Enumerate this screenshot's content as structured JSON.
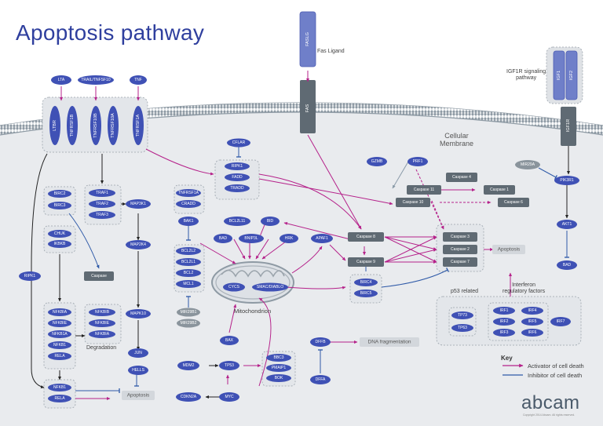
{
  "title": "Apoptosis pathway",
  "labels": {
    "fas_ligand": "Fas Ligand",
    "igf1r_signaling": "IGF1R signaling\npathway",
    "cellular_membrane": "Cellular\nMembrane",
    "mitochondrion": "Mitochondrion",
    "degradation": "Degradation",
    "p53_related": "p53 related",
    "interferon": "Interferon\nregulatory factors",
    "key": "Key",
    "activator": "Activator of cell death",
    "inhibitor": "Inhibitor of cell death",
    "brand": "abcam",
    "copyright": "Copyright 2014 Abcam. All rights reserved."
  },
  "colors": {
    "activator": "#b5218a",
    "inhibitor": "#2f5aa8",
    "protein": "#3f51b5",
    "gene": "#5f6a73",
    "complex_bg": "#e7e9ec"
  },
  "nodes": [
    {
      "id": "LTA",
      "label": "LTA",
      "shape": "oval",
      "cls": "prot"
    },
    {
      "id": "TRAIL",
      "label": "TRAIL/TNFSF10",
      "shape": "oval",
      "cls": "prot"
    },
    {
      "id": "TNF",
      "label": "TNF",
      "shape": "oval",
      "cls": "prot"
    },
    {
      "id": "FASLG",
      "label": "FASLG",
      "shape": "vrect",
      "cls": "vprot"
    },
    {
      "id": "IGF1",
      "label": "IGF1",
      "shape": "vrect",
      "cls": "vprot"
    },
    {
      "id": "IGF2",
      "label": "IGF2",
      "shape": "vrect",
      "cls": "vprot"
    },
    {
      "id": "LTBR",
      "label": "LTBR",
      "shape": "voval",
      "cls": "prot"
    },
    {
      "id": "TNFRSF1B",
      "label": "TNFRSF1B",
      "shape": "voval",
      "cls": "prot"
    },
    {
      "id": "TNFRSF10B",
      "label": "TNFRSF10B",
      "shape": "voval",
      "cls": "prot"
    },
    {
      "id": "TNFRSF10A",
      "label": "TNFRSF10A",
      "shape": "voval",
      "cls": "prot"
    },
    {
      "id": "TNFRSF1A",
      "label": "TNFRSF1A",
      "shape": "voval",
      "cls": "prot"
    },
    {
      "id": "FAS",
      "label": "FAS",
      "shape": "vrect",
      "cls": "gene"
    },
    {
      "id": "IGF1R",
      "label": "IGF1R",
      "shape": "vrect",
      "cls": "gene"
    },
    {
      "id": "CFLAR",
      "label": "CFLAR",
      "shape": "oval",
      "cls": "prot"
    },
    {
      "id": "RIPK1a",
      "label": "RIPK1",
      "shape": "oval",
      "cls": "prot"
    },
    {
      "id": "FADD",
      "label": "FADD",
      "shape": "oval",
      "cls": "prot"
    },
    {
      "id": "TRADD",
      "label": "TRADD",
      "shape": "oval",
      "cls": "prot"
    },
    {
      "id": "GZMB",
      "label": "GZMB",
      "shape": "oval",
      "cls": "prot"
    },
    {
      "id": "PRF1",
      "label": "PRF1",
      "shape": "oval",
      "cls": "prot"
    },
    {
      "id": "MIR29A",
      "label": "MIR29A",
      "shape": "oval",
      "cls": "mir"
    },
    {
      "id": "PIK3R1",
      "label": "PIK3R1",
      "shape": "oval",
      "cls": "prot"
    },
    {
      "id": "AKT1",
      "label": "AKT1",
      "shape": "oval",
      "cls": "prot"
    },
    {
      "id": "BAD2",
      "label": "BAD",
      "shape": "oval",
      "cls": "prot"
    },
    {
      "id": "BIRC2",
      "label": "BIRC2",
      "shape": "oval",
      "cls": "prot"
    },
    {
      "id": "BIRC3",
      "label": "BIRC3",
      "shape": "oval",
      "cls": "prot"
    },
    {
      "id": "TRAF1",
      "label": "TRAF1",
      "shape": "oval",
      "cls": "prot"
    },
    {
      "id": "TRAF2",
      "label": "TRAF2",
      "shape": "oval",
      "cls": "prot"
    },
    {
      "id": "TRAF3",
      "label": "TRAF3",
      "shape": "oval",
      "cls": "prot"
    },
    {
      "id": "MAP3K1",
      "label": "MAP3K1",
      "shape": "oval",
      "cls": "prot"
    },
    {
      "id": "MAP2K4",
      "label": "MAP2K4",
      "shape": "oval",
      "cls": "prot"
    },
    {
      "id": "MAPK10",
      "label": "MAPK10",
      "shape": "oval",
      "cls": "prot"
    },
    {
      "id": "JUN",
      "label": "JUN",
      "shape": "oval",
      "cls": "prot"
    },
    {
      "id": "HELLS",
      "label": "HELLS",
      "shape": "oval",
      "cls": "prot"
    },
    {
      "id": "CHUK",
      "label": "CHUK",
      "shape": "oval",
      "cls": "prot"
    },
    {
      "id": "IKBKB",
      "label": "IKBKB",
      "shape": "oval",
      "cls": "prot"
    },
    {
      "id": "CASPASE",
      "label": "Caspase",
      "shape": "rect",
      "cls": "gene"
    },
    {
      "id": "RIPK1b",
      "label": "RIPK1",
      "shape": "oval",
      "cls": "prot"
    },
    {
      "id": "NFKBIA",
      "label": "NFKBIA",
      "shape": "oval",
      "cls": "prot"
    },
    {
      "id": "NFKBIE",
      "label": "NFKBIE",
      "shape": "oval",
      "cls": "prot"
    },
    {
      "id": "NFKB1A",
      "label": "NFKB1A",
      "shape": "oval",
      "cls": "prot"
    },
    {
      "id": "NFKB1a",
      "label": "NFKB1",
      "shape": "oval",
      "cls": "prot"
    },
    {
      "id": "RELAa",
      "label": "RELA",
      "shape": "oval",
      "cls": "prot"
    },
    {
      "id": "NFKBIB",
      "label": "NFKBIB",
      "shape": "oval",
      "cls": "prot"
    },
    {
      "id": "NFKBIE2",
      "label": "NFKBIE",
      "shape": "oval",
      "cls": "prot"
    },
    {
      "id": "NFKBIA2",
      "label": "NFKBIA",
      "shape": "oval",
      "cls": "prot"
    },
    {
      "id": "NFKB1b",
      "label": "NFKB1",
      "shape": "oval",
      "cls": "prot"
    },
    {
      "id": "RELAb",
      "label": "RELA",
      "shape": "oval",
      "cls": "prot"
    },
    {
      "id": "APOP1",
      "label": "Apoptosis",
      "shape": "rect",
      "cls": "out"
    },
    {
      "id": "TNFRSF1A2",
      "label": "TNFRSF1A",
      "shape": "oval",
      "cls": "prot"
    },
    {
      "id": "CRADD",
      "label": "CRADD",
      "shape": "oval",
      "cls": "prot"
    },
    {
      "id": "BAK1",
      "label": "BAK1",
      "shape": "oval",
      "cls": "prot"
    },
    {
      "id": "BCL2L2",
      "label": "BCL2L2",
      "shape": "oval",
      "cls": "prot"
    },
    {
      "id": "BCL2L1",
      "label": "BCL2L1",
      "shape": "oval",
      "cls": "prot"
    },
    {
      "id": "BCL2",
      "label": "BCL2",
      "shape": "oval",
      "cls": "prot"
    },
    {
      "id": "MCL1",
      "label": "MCL1",
      "shape": "oval",
      "cls": "prot"
    },
    {
      "id": "MIR29B1",
      "label": "MIR29B1",
      "shape": "oval",
      "cls": "mir"
    },
    {
      "id": "MIR29B2",
      "label": "MIR29B2",
      "shape": "oval",
      "cls": "mir"
    },
    {
      "id": "BCL2L11",
      "label": "BCL2L11",
      "shape": "oval",
      "cls": "prot"
    },
    {
      "id": "BID",
      "label": "BID",
      "shape": "oval",
      "cls": "prot"
    },
    {
      "id": "BAD1",
      "label": "BAD",
      "shape": "oval",
      "cls": "prot"
    },
    {
      "id": "BNIP3L",
      "label": "BNIP3L",
      "shape": "oval",
      "cls": "prot"
    },
    {
      "id": "HRK",
      "label": "HRK",
      "shape": "oval",
      "cls": "prot"
    },
    {
      "id": "APAF1",
      "label": "APAF1",
      "shape": "oval",
      "cls": "prot"
    },
    {
      "id": "CYCS",
      "label": "CYCS",
      "shape": "oval",
      "cls": "prot"
    },
    {
      "id": "SMAC",
      "label": "SMAC/DIABLO",
      "shape": "oval",
      "cls": "prot"
    },
    {
      "id": "CASP8",
      "label": "Caspase 8",
      "shape": "rect",
      "cls": "gene"
    },
    {
      "id": "CASP9",
      "label": "Caspase 9",
      "shape": "rect",
      "cls": "gene"
    },
    {
      "id": "CASP4",
      "label": "Caspase 4",
      "shape": "rect",
      "cls": "gene"
    },
    {
      "id": "CASP11",
      "label": "Caspase 11",
      "shape": "rect",
      "cls": "gene"
    },
    {
      "id": "CASP1",
      "label": "Caspase 1",
      "shape": "rect",
      "cls": "gene"
    },
    {
      "id": "CASP10",
      "label": "Caspase 10",
      "shape": "rect",
      "cls": "gene"
    },
    {
      "id": "CASP6",
      "label": "Caspase 6",
      "shape": "rect",
      "cls": "gene"
    },
    {
      "id": "CASP3",
      "label": "Caspase 3",
      "shape": "rect",
      "cls": "gene"
    },
    {
      "id": "CASP2",
      "label": "Caspase 2",
      "shape": "rect",
      "cls": "gene"
    },
    {
      "id": "CASP7",
      "label": "Caspase 7",
      "shape": "rect",
      "cls": "gene"
    },
    {
      "id": "APOP2",
      "label": "Apoptosis",
      "shape": "rect",
      "cls": "out"
    },
    {
      "id": "BIRC4",
      "label": "BIRC4",
      "shape": "oval",
      "cls": "prot"
    },
    {
      "id": "BIRC5",
      "label": "BIRC5",
      "shape": "oval",
      "cls": "prot"
    },
    {
      "id": "BAX",
      "label": "BAX",
      "shape": "oval",
      "cls": "prot"
    },
    {
      "id": "MDM2",
      "label": "MDM2",
      "shape": "oval",
      "cls": "prot"
    },
    {
      "id": "TP53",
      "label": "TP53",
      "shape": "oval",
      "cls": "prot"
    },
    {
      "id": "CDKN2A",
      "label": "CDKN2A",
      "shape": "oval",
      "cls": "prot"
    },
    {
      "id": "MYC",
      "label": "MYC",
      "shape": "oval",
      "cls": "prot"
    },
    {
      "id": "BBC3",
      "label": "BBC3",
      "shape": "oval",
      "cls": "prot"
    },
    {
      "id": "PMAIP1",
      "label": "PMAIP1",
      "shape": "oval",
      "cls": "prot"
    },
    {
      "id": "BOK",
      "label": "BOK",
      "shape": "oval",
      "cls": "prot"
    },
    {
      "id": "DFFB",
      "label": "DFFB",
      "shape": "oval",
      "cls": "prot"
    },
    {
      "id": "DFFA",
      "label": "DFFA",
      "shape": "oval",
      "cls": "prot"
    },
    {
      "id": "DNAFRAG",
      "label": "DNA fragmentation",
      "shape": "rect",
      "cls": "out"
    },
    {
      "id": "TP73",
      "label": "TP73",
      "shape": "oval",
      "cls": "prot"
    },
    {
      "id": "TP63",
      "label": "TP63",
      "shape": "oval",
      "cls": "prot"
    },
    {
      "id": "IRF1",
      "label": "IRF1",
      "shape": "oval",
      "cls": "prot"
    },
    {
      "id": "IRF2",
      "label": "IRF2",
      "shape": "oval",
      "cls": "prot"
    },
    {
      "id": "IRF3",
      "label": "IRF3",
      "shape": "oval",
      "cls": "prot"
    },
    {
      "id": "IRF4",
      "label": "IRF4",
      "shape": "oval",
      "cls": "prot"
    },
    {
      "id": "IRF5",
      "label": "IRF5",
      "shape": "oval",
      "cls": "prot"
    },
    {
      "id": "IRF6",
      "label": "IRF6",
      "shape": "oval",
      "cls": "prot"
    },
    {
      "id": "IRF7",
      "label": "IRF7",
      "shape": "oval",
      "cls": "prot"
    }
  ]
}
